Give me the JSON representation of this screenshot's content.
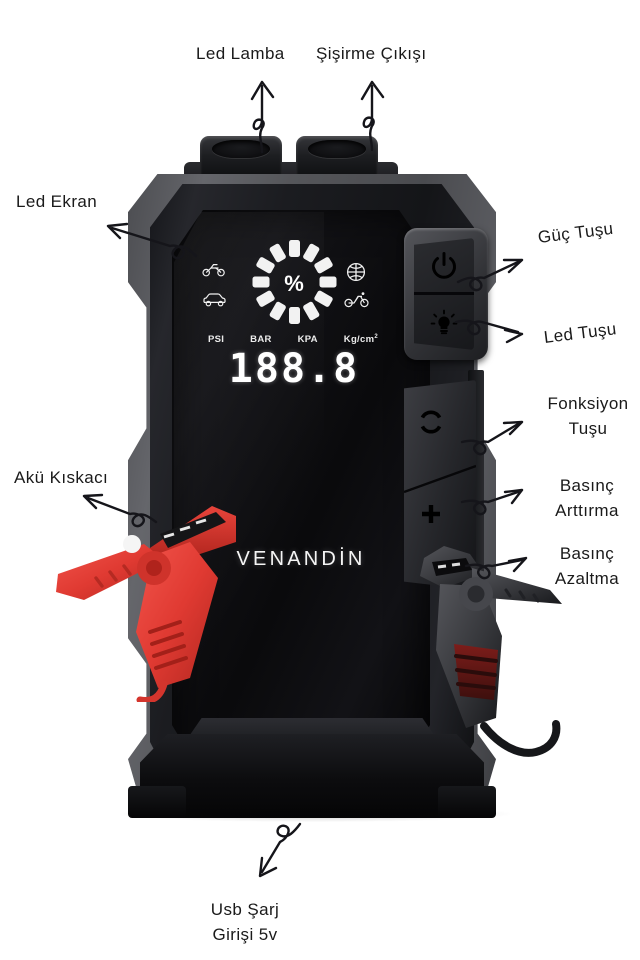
{
  "product": {
    "brand": "VENANDİN",
    "type": "jump-starter-air-compressor"
  },
  "callouts": [
    {
      "id": "led-lamba",
      "label": "Led Lamba",
      "position": "top-left"
    },
    {
      "id": "sisirme-cikisi",
      "label": "Şişirme Çıkışı",
      "position": "top-right"
    },
    {
      "id": "led-ekran",
      "label": "Led Ekran",
      "position": "left"
    },
    {
      "id": "guc-tusu",
      "label": "Güç Tuşu",
      "position": "right"
    },
    {
      "id": "led-tusu",
      "label": "Led Tuşu",
      "position": "right"
    },
    {
      "id": "fonksiyon-tusu",
      "label": "Fonksiyon",
      "label2": "Tuşu",
      "position": "right"
    },
    {
      "id": "basinc-arttirma",
      "label": "Basınç",
      "label2": "Arttırma",
      "position": "right"
    },
    {
      "id": "basinc-azaltma",
      "label": "Basınç",
      "label2": "Azaltma",
      "position": "right"
    },
    {
      "id": "aku-kiskaci",
      "label": "Akü Kıskacı",
      "position": "left"
    },
    {
      "id": "usb-sarj",
      "label": "Usb Şarj",
      "label2": "Girişi 5v",
      "position": "bottom"
    }
  ],
  "display": {
    "percent_symbol": "%",
    "ring_segments": 12,
    "units": [
      "PSI",
      "BAR",
      "KPA",
      "Kg/cm"
    ],
    "unit_superscript": "2",
    "value": "188.8",
    "mode_icons": [
      "motorcycle-icon",
      "car-icon",
      "ball-icon",
      "bicycle-icon"
    ]
  },
  "buttons": {
    "power": "power-icon",
    "led": "lightbulb-icon",
    "function": "circular-arrow-icon",
    "increase": "plus-icon"
  },
  "colors": {
    "background": "#ffffff",
    "label_text": "#1a1a1a",
    "shell_gray": "#55565a",
    "body_black": "#15161a",
    "face_black": "#0b0b0d",
    "lcd_white": "#f2f2f2",
    "clamp_red": "#e03a32",
    "clamp_black": "#3a3b3f"
  },
  "accessories": {
    "red_clamp": "battery-clamp-positive",
    "black_clamp": "battery-clamp-negative"
  }
}
